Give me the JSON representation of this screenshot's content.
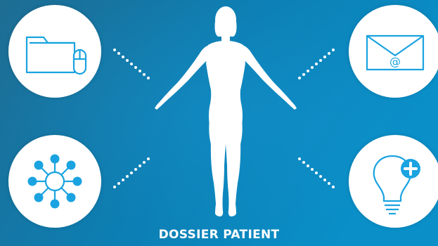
{
  "caption": "DOSSIER PATIENT",
  "colors": {
    "background_left": "#1e6d93",
    "background_right": "#0a8fc8",
    "icon_blue": "#1aa3e0",
    "white": "#ffffff"
  },
  "nodes": [
    {
      "id": "top-left",
      "icon": "folder-mouse-icon"
    },
    {
      "id": "top-right",
      "icon": "envelope-at-icon",
      "glyph": "@"
    },
    {
      "id": "bottom-left",
      "icon": "network-icon"
    },
    {
      "id": "bottom-right",
      "icon": "lightbulb-plus-icon"
    }
  ],
  "center": {
    "icon": "human-body-icon"
  }
}
